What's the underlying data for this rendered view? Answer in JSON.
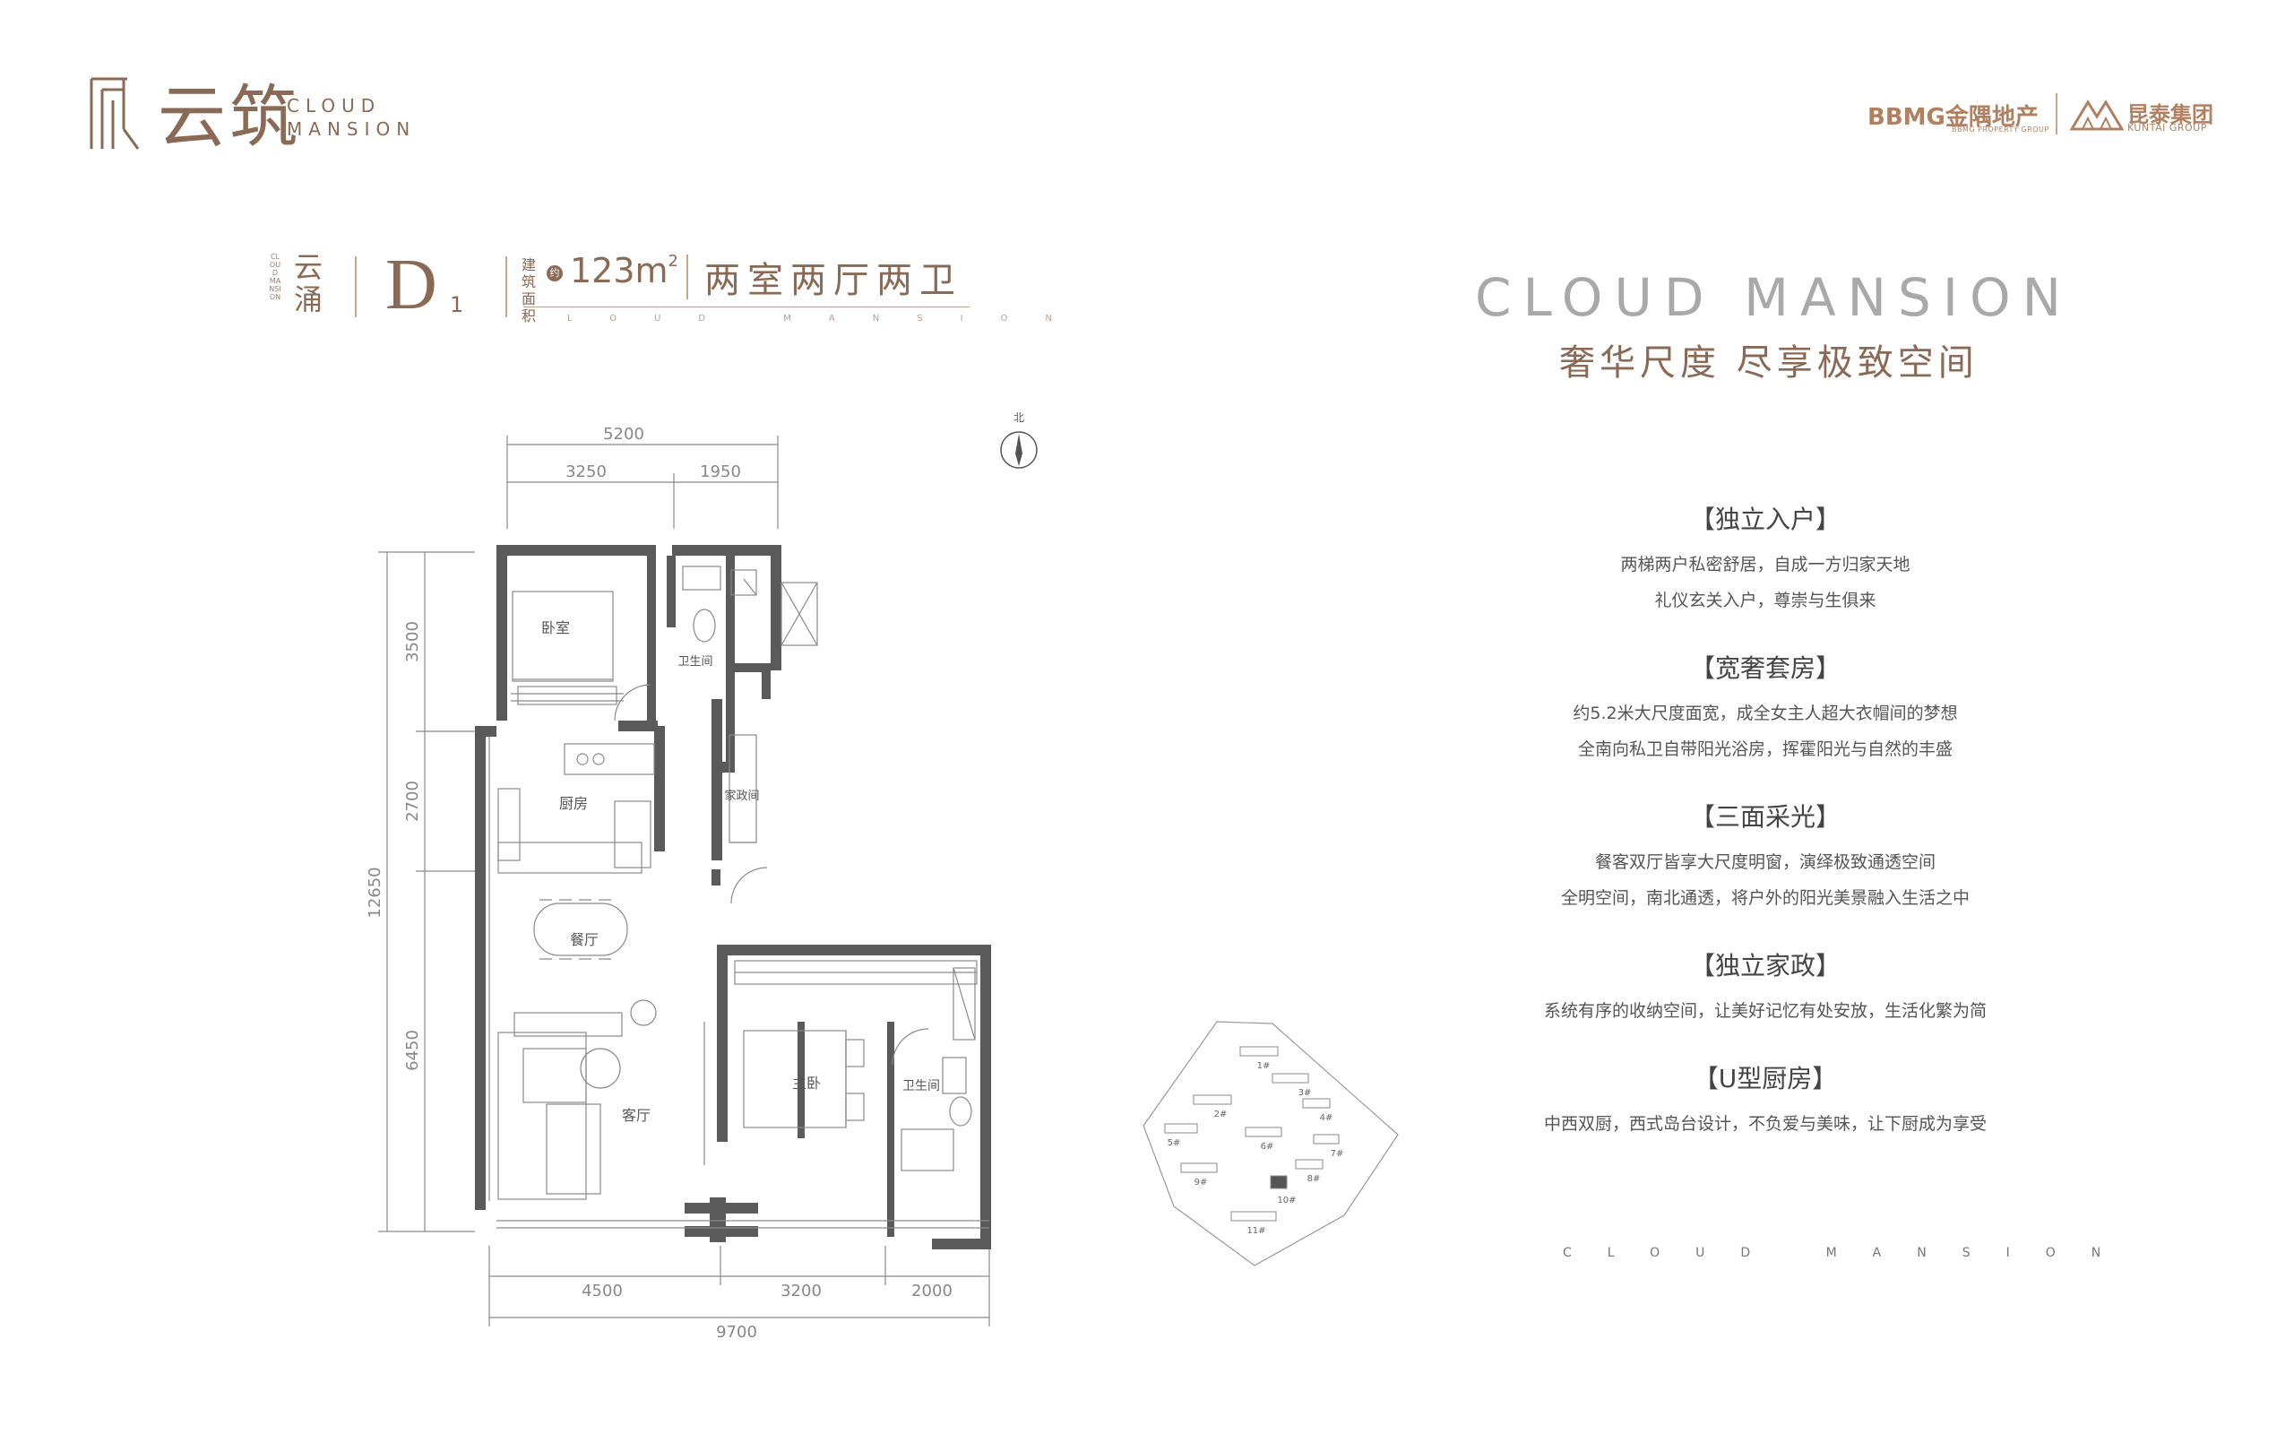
{
  "brand": {
    "name_cn": "云筑",
    "name_en_line1": "CLOUD",
    "name_en_line2": "MANSION",
    "developer_a": "BBMG金隅地产",
    "developer_a_sub": "BBMG PROPERTY GROUP",
    "developer_b": "昆泰集团",
    "developer_b_sub": "KUNTAI GROUP",
    "accent_color": "#8a6a55"
  },
  "unit": {
    "series_en": "CLOUD MANSION",
    "series_cn": "云涌",
    "code": "D",
    "code_sub": "1",
    "area_label": "建筑面积",
    "area_icon": "约",
    "area_value": "123m",
    "area_sup": "2",
    "layout": "两室两厅两卫",
    "underline_en": "CLOUD MANSION"
  },
  "headline": {
    "en": "CLOUD MANSION",
    "cn": "奢华尺度 尽享极致空间"
  },
  "features": [
    {
      "title": "【独立入户】",
      "lines": [
        "两梯两户私密舒居，自成一方归家天地",
        "礼仪玄关入户，尊崇与生俱来"
      ]
    },
    {
      "title": "【宽奢套房】",
      "lines": [
        "约5.2米大尺度面宽，成全女主人超大衣帽间的梦想",
        "全南向私卫自带阳光浴房，挥霍阳光与自然的丰盛"
      ]
    },
    {
      "title": "【三面采光】",
      "lines": [
        "餐客双厅皆享大尺度明窗，演绎极致通透空间",
        "全明空间，南北通透，将户外的阳光美景融入生活之中"
      ]
    },
    {
      "title": "【独立家政】",
      "lines": [
        "系统有序的收纳空间，让美好记忆有处安放，生活化繁为简"
      ]
    },
    {
      "title": "【U型厨房】",
      "lines": [
        "中西双厨，西式岛台设计，不负爱与美味，让下厨成为享受"
      ]
    }
  ],
  "footer_en": "CLOUD MANSION",
  "plan": {
    "compass_label": "北",
    "dims_top": {
      "total": "5200",
      "left": "3250",
      "right": "1950"
    },
    "dims_bottom": {
      "total": "9700",
      "a": "4500",
      "b": "3200",
      "c": "2000"
    },
    "dims_left": {
      "total": "12650",
      "a": "3500",
      "b": "2700",
      "c": "6450"
    },
    "rooms": {
      "bedroom": "卧室",
      "bath1": "卫生间",
      "kitchen": "厨房",
      "housekeeping": "家政间",
      "dining": "餐厅",
      "living": "客厅",
      "master": "主卧",
      "bath2": "卫生间"
    }
  },
  "site_plan": {
    "buildings": [
      "1#",
      "2#",
      "3#",
      "4#",
      "5#",
      "6#",
      "7#",
      "8#",
      "9#",
      "10#",
      "11#"
    ]
  }
}
